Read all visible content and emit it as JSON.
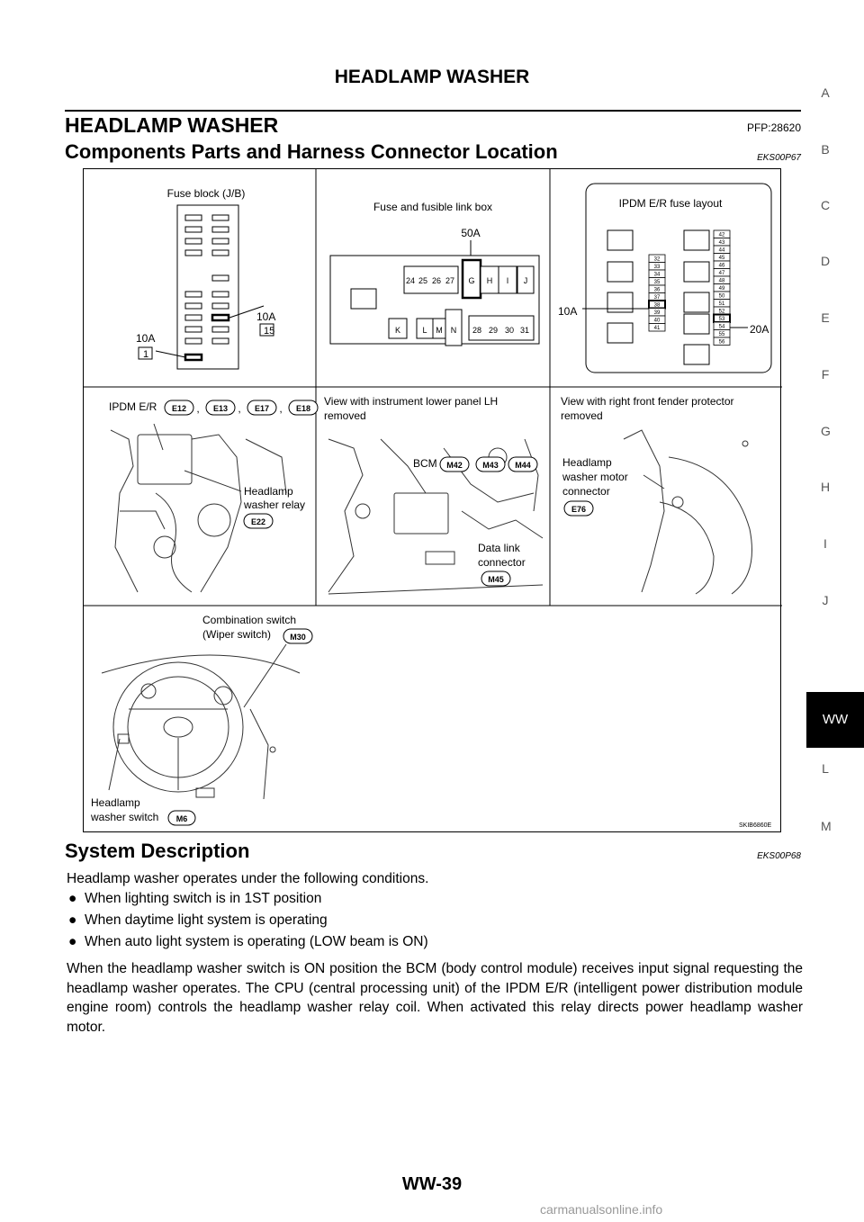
{
  "header": {
    "title": "HEADLAMP WASHER"
  },
  "section": {
    "title": "HEADLAMP WASHER",
    "pfp": "PFP:28620"
  },
  "components": {
    "title": "Components Parts and Harness Connector Location",
    "code": "EKS00P67"
  },
  "figure": {
    "fuse_block": {
      "title": "Fuse block (J/B)",
      "left_amp": "10A",
      "left_num": "1",
      "right_amp": "10A",
      "right_num": "15"
    },
    "fusible_link": {
      "title": "Fuse and fusible link box",
      "amp": "50A",
      "top_cells": [
        "24",
        "25",
        "26",
        "27"
      ],
      "letters_top": [
        "G",
        "H",
        "I",
        "J"
      ],
      "letters_bottom": [
        "K",
        "L",
        "M",
        "N"
      ],
      "bottom_cells": [
        "28",
        "29",
        "30",
        "31"
      ]
    },
    "ipdm_fuse": {
      "title": "IPDM E/R fuse layout",
      "left_amp": "10A",
      "right_amp": "20A",
      "col_a": [
        "32",
        "33",
        "34",
        "35",
        "36",
        "37",
        "38",
        "39",
        "40",
        "41"
      ],
      "col_b": [
        "42",
        "43",
        "44",
        "45",
        "46",
        "47",
        "48",
        "49",
        "50",
        "51",
        "52",
        "53",
        "54",
        "55",
        "56"
      ]
    },
    "engine": {
      "label": "IPDM E/R",
      "connectors": [
        "E12",
        "E13",
        "E17",
        "E18"
      ],
      "sep": ",",
      "relay_label_1": "Headlamp",
      "relay_label_2": "washer relay",
      "relay_conn": "E22"
    },
    "instrument": {
      "title_1": "View with instrument lower panel LH",
      "title_2": "removed",
      "bcm_label": "BCM",
      "bcm_conns": [
        "M42",
        "M43",
        "M44"
      ],
      "dlc_label_1": "Data link",
      "dlc_label_2": "connector",
      "dlc_conn": "M45"
    },
    "fender": {
      "title_1": "View with right front fender protector",
      "title_2": "removed",
      "motor_1": "Headlamp",
      "motor_2": "washer motor",
      "motor_3": "connector",
      "motor_conn": "E76"
    },
    "steering": {
      "combo_1": "Combination switch",
      "combo_2": "(Wiper switch)",
      "combo_conn": "M30",
      "washer_1": "Headlamp",
      "washer_2": "washer switch",
      "washer_conn": "M6"
    },
    "figure_id": "SKIB6860E"
  },
  "system": {
    "title": "System Description",
    "code": "EKS00P68",
    "intro": "Headlamp washer operates under the following conditions.",
    "bullet_char": "●",
    "bullets": [
      "When lighting switch is in 1ST position",
      "When daytime light system is operating",
      "When auto light system is operating (LOW beam is ON)"
    ],
    "paragraph": "When the headlamp washer switch is ON position the BCM (body control module) receives input signal requesting the headlamp washer operates. The CPU (central processing unit) of the IPDM E/R (intelligent power distribution module engine room) controls the headlamp washer relay coil. When activated this relay directs power headlamp washer motor."
  },
  "side_index": [
    "A",
    "B",
    "C",
    "D",
    "E",
    "F",
    "G",
    "H",
    "I",
    "J",
    "WW",
    "L",
    "M"
  ],
  "footer": {
    "page": "WW-39",
    "watermark": "carmanualsonline.info"
  }
}
